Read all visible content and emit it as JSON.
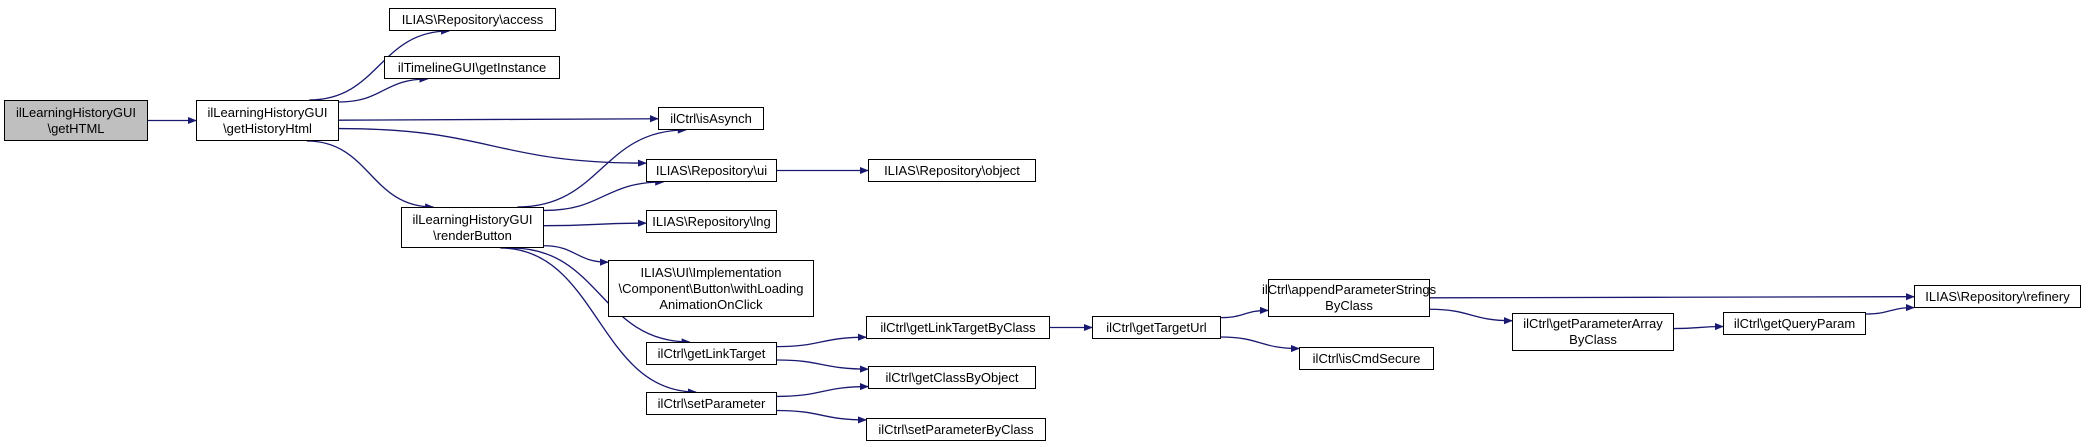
{
  "colors": {
    "edge": "#191970",
    "root_fill": "#bfbfbf",
    "node_fill": "#ffffff",
    "border": "#000000"
  },
  "nodes": {
    "gethtml": "ilLearningHistoryGUI\n\\getHTML",
    "gethistoryhtml": "ilLearningHistoryGUI\n\\getHistoryHtml",
    "renderbutton": "ilLearningHistoryGUI\n\\renderButton",
    "access": "ILIAS\\Repository\\access",
    "timeline": "ilTimelineGUI\\getInstance",
    "isasynch": "ilCtrl\\isAsynch",
    "ui": "ILIAS\\Repository\\ui",
    "object": "ILIAS\\Repository\\object",
    "lng": "ILIAS\\Repository\\lng",
    "withloading": "ILIAS\\UI\\Implementation\n\\Component\\Button\\withLoading\nAnimationOnClick",
    "getlinktarget": "ilCtrl\\getLinkTarget",
    "setparameter": "ilCtrl\\setParameter",
    "getlinktargetbyclass": "ilCtrl\\getLinkTargetByClass",
    "getclassbyobject": "ilCtrl\\getClassByObject",
    "setparameterbyclass": "ilCtrl\\setParameterByClass",
    "gettargeturl": "ilCtrl\\getTargetUrl",
    "appendparameterstrings": "ilCtrl\\appendParameterStrings\nByClass",
    "iscmdsecure": "ilCtrl\\isCmdSecure",
    "getparameterarray": "ilCtrl\\getParameterArray\nByClass",
    "getqueryparam": "ilCtrl\\getQueryParam",
    "refinery": "ILIAS\\Repository\\refinery"
  },
  "edges": [
    [
      "gethtml",
      "gethistoryhtml"
    ],
    [
      "gethistoryhtml",
      "access"
    ],
    [
      "gethistoryhtml",
      "timeline"
    ],
    [
      "gethistoryhtml",
      "isasynch"
    ],
    [
      "gethistoryhtml",
      "ui"
    ],
    [
      "gethistoryhtml",
      "renderbutton"
    ],
    [
      "renderbutton",
      "isasynch"
    ],
    [
      "renderbutton",
      "ui"
    ],
    [
      "renderbutton",
      "lng"
    ],
    [
      "renderbutton",
      "withloading"
    ],
    [
      "renderbutton",
      "getlinktarget"
    ],
    [
      "renderbutton",
      "setparameter"
    ],
    [
      "ui",
      "object"
    ],
    [
      "getlinktarget",
      "getlinktargetbyclass"
    ],
    [
      "getlinktarget",
      "getclassbyobject"
    ],
    [
      "setparameter",
      "getclassbyobject"
    ],
    [
      "setparameter",
      "setparameterbyclass"
    ],
    [
      "getlinktargetbyclass",
      "gettargeturl"
    ],
    [
      "gettargeturl",
      "appendparameterstrings"
    ],
    [
      "gettargeturl",
      "iscmdsecure"
    ],
    [
      "appendparameterstrings",
      "refinery"
    ],
    [
      "appendparameterstrings",
      "getparameterarray"
    ],
    [
      "getparameterarray",
      "getqueryparam"
    ],
    [
      "getqueryparam",
      "refinery"
    ]
  ]
}
